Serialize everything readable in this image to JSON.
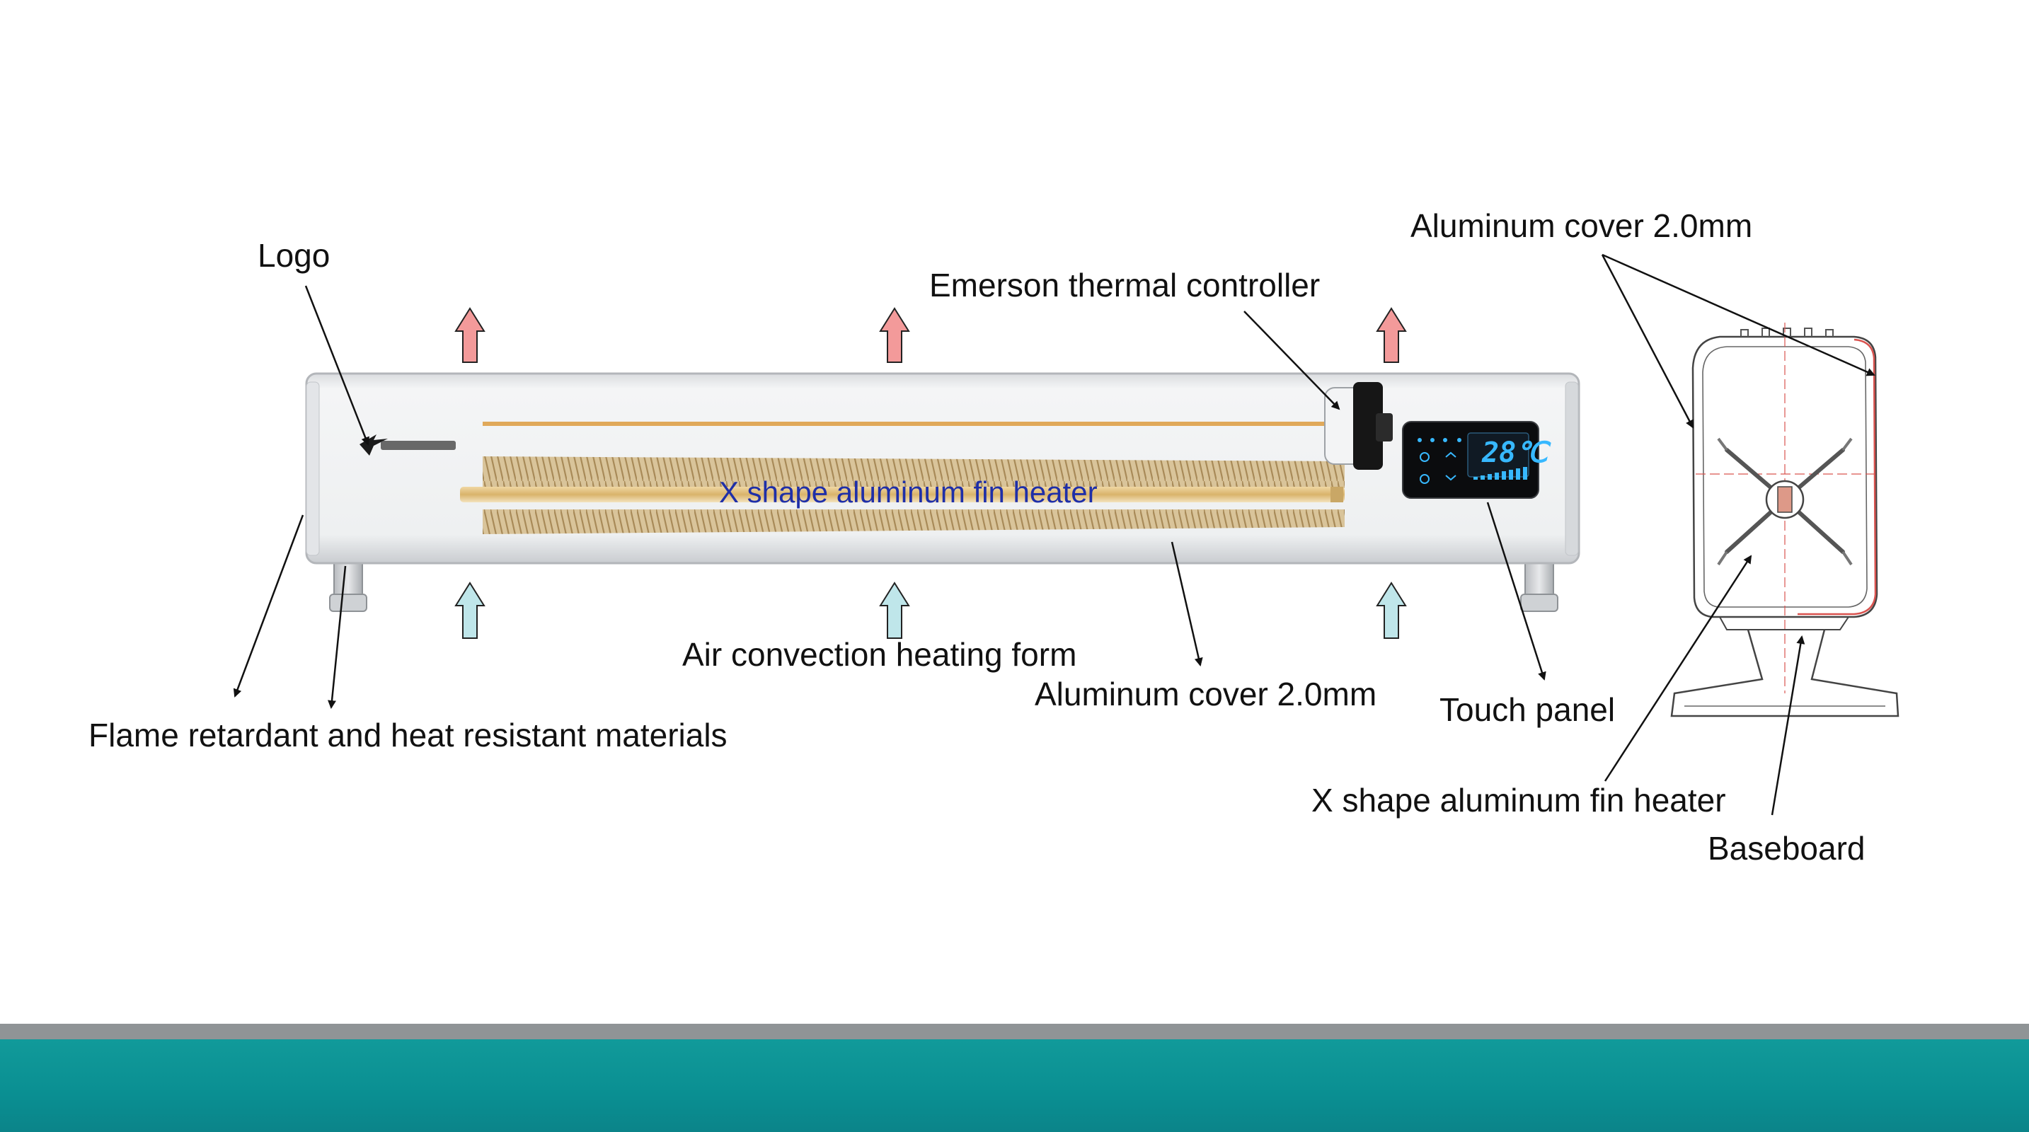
{
  "labels": {
    "logo": "Logo",
    "emerson": "Emerson thermal controller",
    "aluminum_cover_right": "Aluminum cover 2.0mm",
    "aluminum_cover_bottom": "Aluminum cover 2.0mm",
    "x_shape_center": "X shape aluminum fin heater",
    "x_shape_side": "X shape aluminum fin heater",
    "air_convection": "Air convection heating form",
    "touch_panel": "Touch panel",
    "flame_retardant": "Flame retardant and heat resistant materials",
    "baseboard": "Baseboard"
  },
  "display": {
    "temperature": "28℃"
  },
  "colors": {
    "hot_arrow": "#f39a9a",
    "cold_arrow": "#bfe6ea",
    "label_blue": "#1f2fa8",
    "footer_grey": "#8f9496",
    "footer_teal": "#0a9597",
    "display_cyan": "#37b8ff",
    "section_red": "#d9534f"
  },
  "icons": [
    "hot-air-up-arrow",
    "cold-air-up-arrow",
    "power-icon",
    "chevron-up-icon",
    "chevron-down-icon"
  ]
}
